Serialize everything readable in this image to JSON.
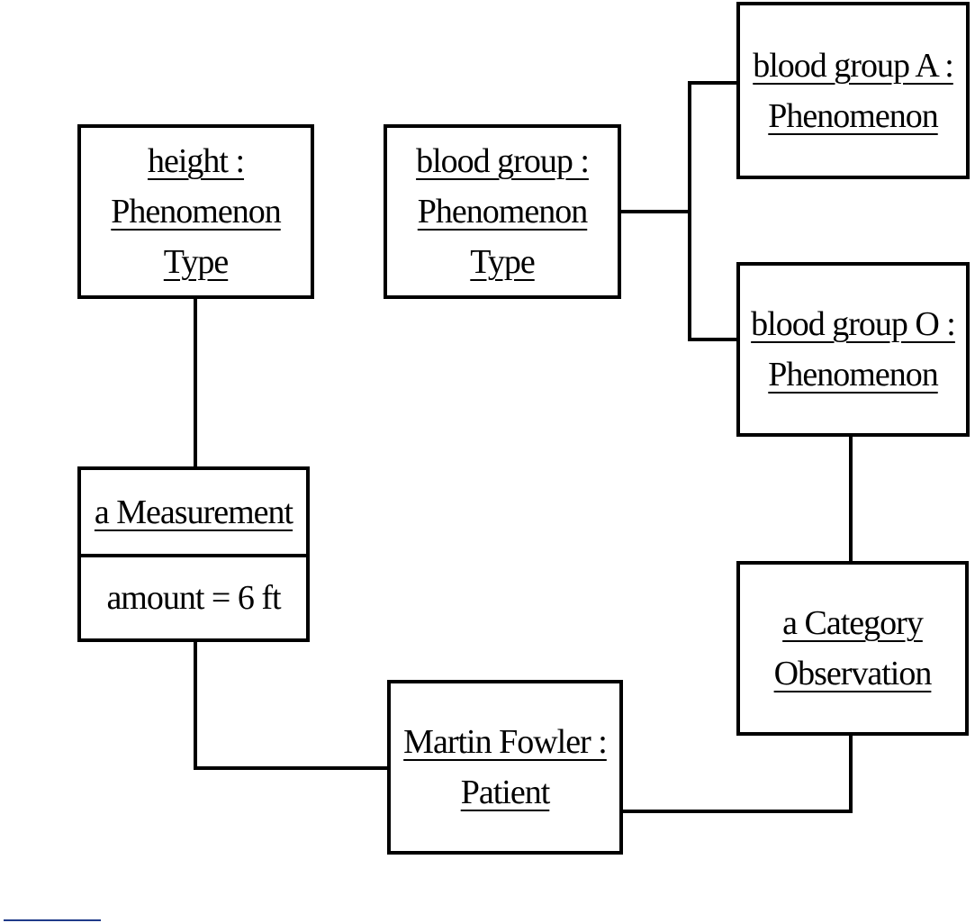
{
  "diagram": {
    "objects": {
      "height_type": {
        "lines": [
          "height :",
          "Phenomenon",
          "Type"
        ]
      },
      "blood_group_type": {
        "lines": [
          "blood group :",
          "Phenomenon",
          "Type"
        ]
      },
      "blood_group_a": {
        "lines": [
          "blood group A :",
          "Phenomenon"
        ]
      },
      "blood_group_o": {
        "lines": [
          "blood group O :",
          "Phenomenon"
        ]
      },
      "measurement": {
        "name": "a Measurement",
        "attribute": "amount = 6 ft"
      },
      "category_observation": {
        "lines": [
          "a Category",
          "Observation"
        ]
      },
      "patient": {
        "lines": [
          "Martin Fowler :",
          "Patient"
        ]
      }
    },
    "colors": {
      "line": "#000000",
      "background": "#ffffff",
      "footnote_rule": "#1f3a8a"
    }
  }
}
